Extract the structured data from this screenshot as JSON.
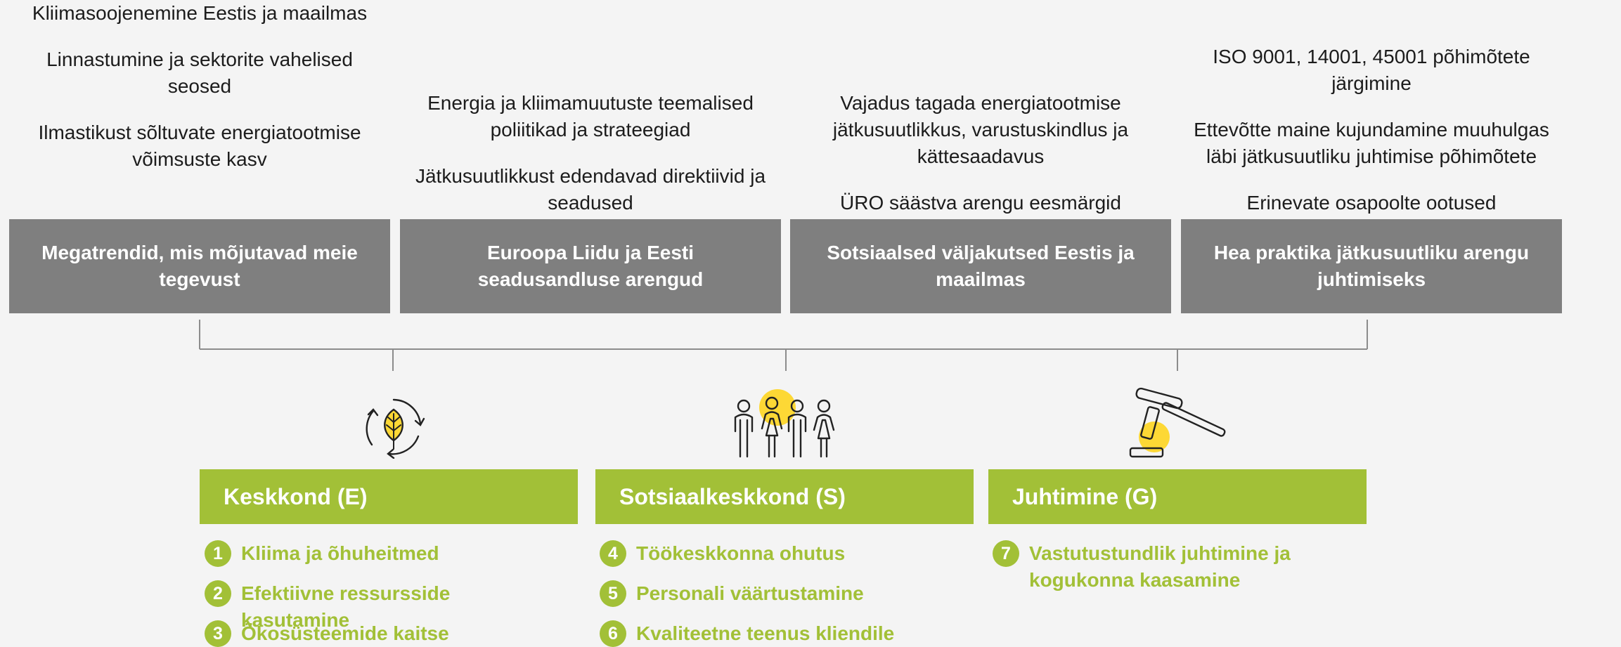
{
  "columns": [
    {
      "bullets": [
        "Kliimasoojenemine Eestis ja maailmas",
        "Linnastumine ja sektorite vahelised seosed",
        "Ilmastikust sõltuvate energiatootmise võimsuste kasv"
      ],
      "heading": "Megatrendid, mis mõjutavad meie tegevust"
    },
    {
      "bullets": [
        "Energia ja kliimamuutuste teemalised poliitikad ja strateegiad",
        "Jätkusuutlikkust edendavad direktiivid ja seadused"
      ],
      "heading": "Euroopa Liidu ja Eesti seadusandluse arengud"
    },
    {
      "bullets": [
        "Vajadus tagada energiatootmise jätkusuutlikkus, varustuskindlus ja kättesaadavus",
        "ÜRO säästva arengu eesmärgid"
      ],
      "heading": "Sotsiaalsed väljakutsed Eestis ja maailmas"
    },
    {
      "bullets": [
        "ISO 9001, 14001, 45001 põhimõtete järgimine",
        "Ettevõtte maine kujundamine muuhulgas läbi jätkusuutliku juhtimise põhimõtete",
        "Erinevate osapoolte ootused"
      ],
      "heading": "Hea praktika jätkusuutliku arengu juhtimiseks"
    }
  ],
  "pillars": [
    {
      "title": "Keskkond (E)",
      "icon": "leaf-recycle-icon",
      "items": [
        {
          "num": "1",
          "text": "Kliima ja õhuheitmed"
        },
        {
          "num": "2",
          "text": "Efektiivne ressursside kasutamine"
        },
        {
          "num": "3",
          "text": "Ökosüsteemide kaitse"
        }
      ]
    },
    {
      "title": "Sotsiaalkeskkond (S)",
      "icon": "people-icon",
      "items": [
        {
          "num": "4",
          "text": "Töökeskkonna ohutus"
        },
        {
          "num": "5",
          "text": "Personali väärtustamine"
        },
        {
          "num": "6",
          "text": "Kvaliteetne teenus kliendile"
        }
      ]
    },
    {
      "title": "Juhtimine (G)",
      "icon": "gavel-icon",
      "items": [
        {
          "num": "7",
          "text": "Vastutustundlik juhtimine ja kogukonna kaasamine"
        }
      ]
    }
  ],
  "colors": {
    "background": "#f4f4f4",
    "header_box": "#7f7f7f",
    "accent_green": "#a2c037",
    "highlight_yellow": "#fdd835"
  }
}
